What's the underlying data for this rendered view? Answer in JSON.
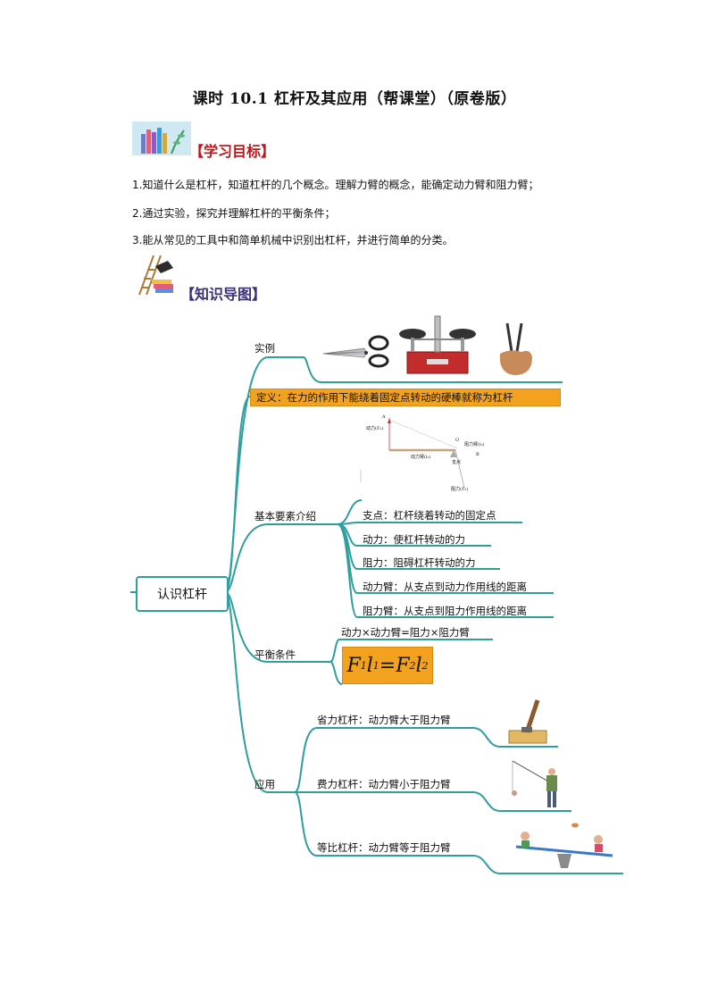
{
  "document": {
    "title": "课时 10.1   杠杆及其应用（帮课堂）（原卷版）",
    "section1": {
      "heading": "【学习目标】"
    },
    "goals": [
      "1.知道什么是杠杆，知道杠杆的几个概念。理解力臂的概念，能确定动力臂和阻力臂；",
      "2.通过实验，探究并理解杠杆的平衡条件；",
      "3.能从常见的工具中和简单机械中识别出杠杆，并进行简单的分类。"
    ],
    "section2": {
      "heading": "【知识导图】"
    }
  },
  "mindmap": {
    "root": "认识杠杆",
    "examples": {
      "label": "实例"
    },
    "definition": "定义：在力的作用下能绕着固定点转动的硬棒就称为杠杆",
    "diagram_labels": {
      "a": "A",
      "force": "动力(F₁)",
      "o": "O",
      "resist_arm": "阻力臂(l₂)",
      "force_arm": "动力臂(l₁)",
      "pivot": "支点",
      "b": "B",
      "resist": "阻力(F₂)"
    },
    "elements": {
      "label": "基本要素介绍",
      "items": [
        "支点：杠杆绕着转动的固定点",
        "动力：使杠杆转动的力",
        "阻力：阻碍杠杆转动的力",
        "动力臂：从支点到动力作用线的距离",
        "阻力臂：从支点到阻力作用线的距离"
      ]
    },
    "balance": {
      "label": "平衡条件",
      "text": "动力×动力臂=阻力×阻力臂",
      "formula": {
        "f1": "F",
        "s1": "1",
        "l1": "l",
        "s2": "1",
        "eq": "=",
        "f2": "F",
        "s3": "2",
        "l2": "l",
        "s4": "2"
      }
    },
    "application": {
      "label": "应用",
      "items": [
        "省力杠杆：动力臂大于阻力臂",
        "费力杠杆：动力臂小于阻力臂",
        "等比杠杆：动力臂等于阻力臂"
      ]
    }
  },
  "colors": {
    "branch": "#2e9e9e",
    "accent": "#f2a21f",
    "heading": "#c0161b"
  }
}
